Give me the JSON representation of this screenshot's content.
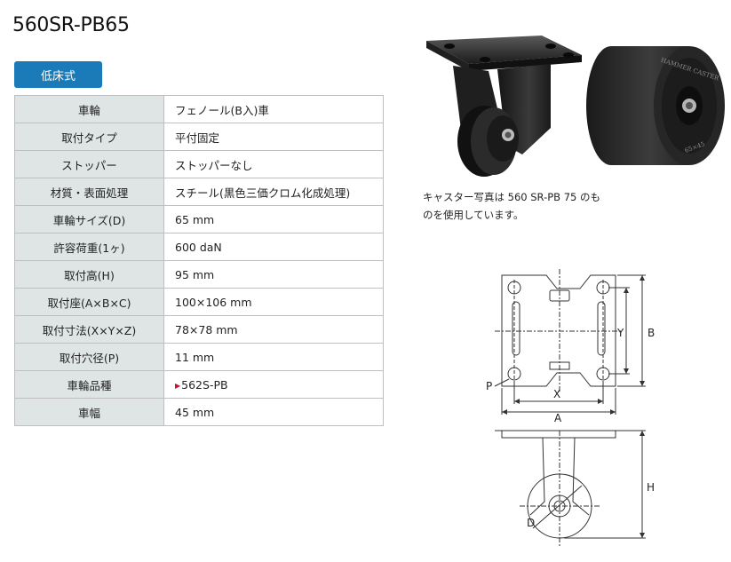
{
  "product": {
    "title": "560SR-PB65"
  },
  "badge": {
    "label": "低床式"
  },
  "specs": [
    {
      "label": "車輪",
      "value": "フェノール(B入)車"
    },
    {
      "label": "取付タイプ",
      "value": "平付固定"
    },
    {
      "label": "ストッパー",
      "value": "ストッパーなし"
    },
    {
      "label": "材質・表面処理",
      "value": "スチール(黒色三価クロム化成処理)"
    },
    {
      "label": "車輪サイズ(D)",
      "value": "65 mm"
    },
    {
      "label": "許容荷重(1ヶ)",
      "value": "600 daN"
    },
    {
      "label": "取付高(H)",
      "value": "95 mm"
    },
    {
      "label": "取付座(A×B×C)",
      "value": "100×106 mm"
    },
    {
      "label": "取付寸法(X×Y×Z)",
      "value": "78×78 mm"
    },
    {
      "label": "取付穴径(P)",
      "value": "11 mm"
    },
    {
      "label": "車輪品種",
      "value": "562S-PB"
    },
    {
      "label": "車幅",
      "value": "45 mm"
    }
  ],
  "caption": {
    "text": "キャスター写真は 560 SR-PB 75 のものを使用しています。"
  },
  "wheel_print": {
    "brand": "HAMMER CASTER",
    "model": "65×45"
  },
  "drawing_labels": {
    "y": "Y",
    "b": "B",
    "x": "X",
    "a": "A",
    "p": "P",
    "d": "D",
    "h": "H"
  },
  "colors": {
    "badge": "#1a7bb8",
    "key_cell": "#dfe4e5",
    "link_marker": "#c0142c",
    "border": "#bfbfbf"
  }
}
